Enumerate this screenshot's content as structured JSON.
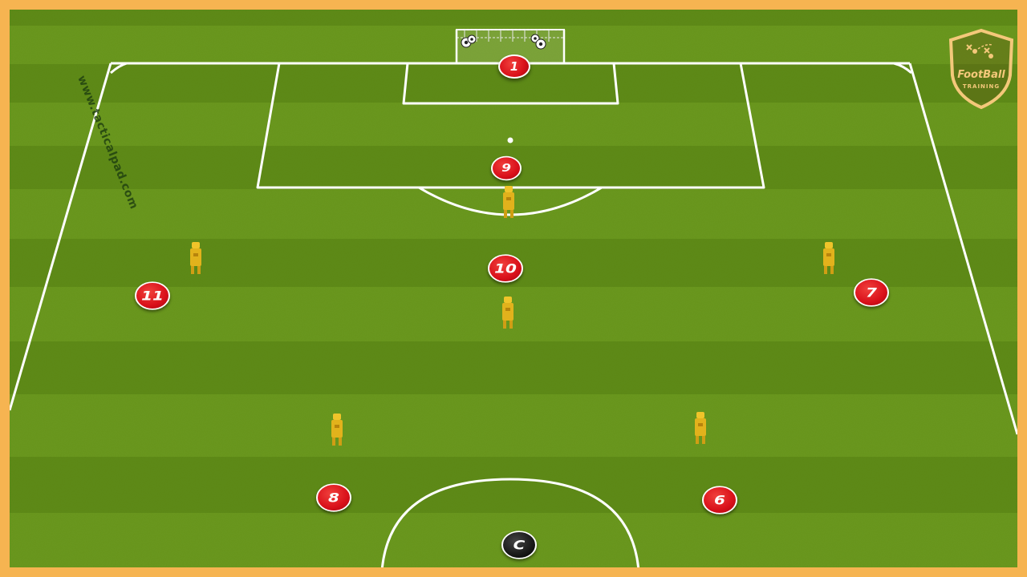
{
  "watermark": "www.tacticalpad.com",
  "logo": {
    "line1": "FootBall",
    "line2": "TRAINING"
  },
  "players": [
    {
      "id": "gk",
      "label": "1"
    },
    {
      "id": "p9",
      "label": "9"
    },
    {
      "id": "p10",
      "label": "10"
    },
    {
      "id": "p11",
      "label": "11"
    },
    {
      "id": "p7",
      "label": "7"
    },
    {
      "id": "p8",
      "label": "8"
    },
    {
      "id": "p6",
      "label": "6"
    },
    {
      "id": "coach",
      "label": "C"
    }
  ],
  "colors": {
    "frame": "#f6b451",
    "grass_light": "#6f9e22",
    "grass_dark": "#5e8a1a",
    "lines": "#ffffff",
    "player": "#d9101a",
    "coach": "#111111",
    "mannequin": "#e2b21c"
  },
  "icons": [
    "goal-net-icon",
    "ball-icon",
    "mannequin-icon",
    "football-training-logo-icon"
  ]
}
